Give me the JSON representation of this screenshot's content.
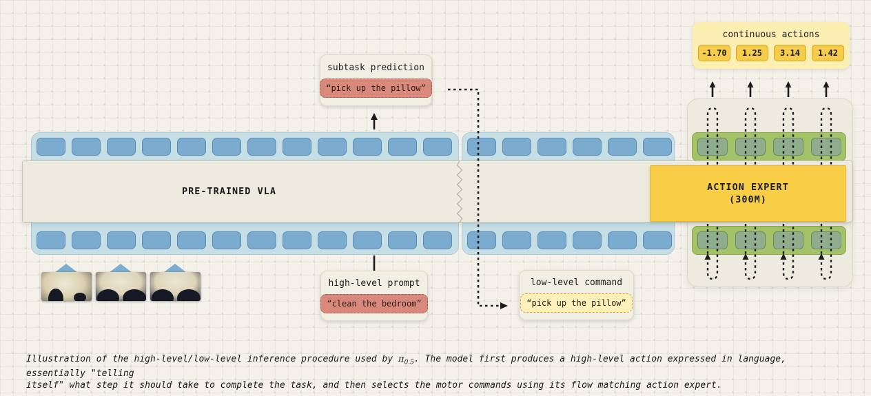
{
  "continuous_actions": {
    "title": "continuous actions",
    "values": [
      "-1.70",
      "1.25",
      "3.14",
      "1.42"
    ]
  },
  "subtask_prediction": {
    "label": "subtask prediction",
    "chip": "“pick up the pillow”"
  },
  "pretrained_vla": {
    "label": "PRE-TRAINED VLA"
  },
  "action_expert": {
    "line1": "ACTION EXPERT",
    "line2": "(300M)"
  },
  "high_level_prompt": {
    "label": "high-level prompt",
    "chip": "“clean the bedroom”"
  },
  "low_level_command": {
    "label": "low-level command",
    "chip": "“pick up the pillow”"
  },
  "caption": {
    "line1_pre": "Illustration of the high-level/low-level inference procedure used by ",
    "pi_symbol": "π",
    "pi_subscript": "0.5",
    "line1_post": ". The model first produces a high-level action expressed in language, essentially \"telling",
    "line2": "itself\" what step it should take to complete the task, and then selects the motor commands using its flow matching action expert."
  },
  "colors": {
    "background": "#f3f1ea",
    "token_blue": "#7babce",
    "strip_blue": "#c6dfe6",
    "token_green": "#8fad8c",
    "strip_green": "#a4c268",
    "expert_yellow": "#f8ce47",
    "chip_salmon": "#d9897c",
    "chip_pale_yellow": "#fcf0bb",
    "panel_beige": "#edeadf",
    "actions_box_yellow": "#fdeeb2"
  }
}
